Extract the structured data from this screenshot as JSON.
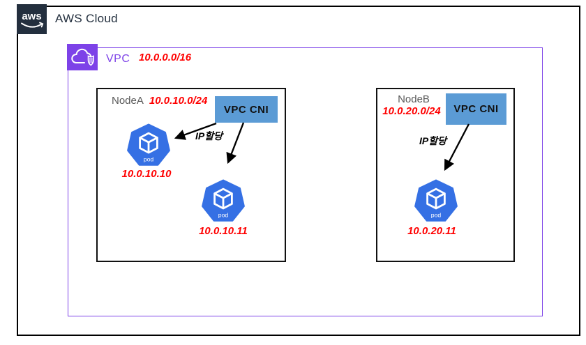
{
  "header": {
    "logo_text": "aws",
    "title": "AWS Cloud"
  },
  "vpc": {
    "label": "VPC",
    "cidr": "10.0.0.0/16"
  },
  "nodes": [
    {
      "name": "NodeA",
      "cidr": "10.0.10.0/24",
      "cni_label": "VPC CNI",
      "arrow_label": "IP할당",
      "pods": [
        {
          "label": "pod",
          "ip": "10.0.10.10"
        },
        {
          "label": "pod",
          "ip": "10.0.10.11"
        }
      ]
    },
    {
      "name": "NodeB",
      "cidr": "10.0.20.0/24",
      "cni_label": "VPC CNI",
      "arrow_label": "IP할당",
      "pods": [
        {
          "label": "pod",
          "ip": "10.0.20.11"
        }
      ]
    }
  ],
  "colors": {
    "aws_dark": "#232F3E",
    "vpc_purple": "#7D42E8",
    "cni_blue": "#5B9BD5",
    "pod_blue": "#3570E4",
    "ip_red": "#FF0000",
    "node_border": "#111111"
  }
}
